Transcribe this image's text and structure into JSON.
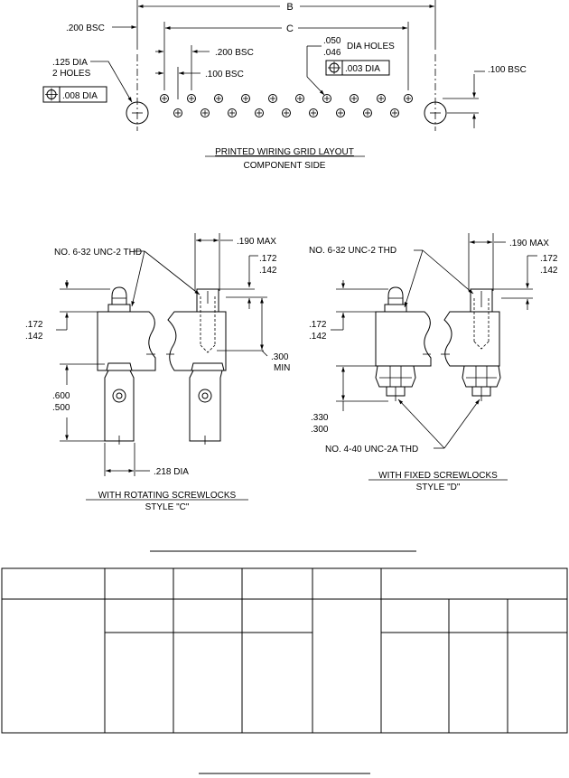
{
  "grid": {
    "dim_b": "B",
    "dim_c": "C",
    "pitch_200_bsc": ".200 BSC",
    "inner_200_bsc": ".200 BSC",
    "inner_100_bsc": ".100 BSC",
    "mount_holes_dia": ".125 DIA",
    "mount_holes_count": "2 HOLES",
    "mount_tol": ".008 DIA",
    "pin_holes_max": ".050",
    "pin_holes_min": ".046",
    "pin_holes_label": "DIA HOLES",
    "pin_tol": ".003 DIA",
    "row_100_bsc": ".100 BSC",
    "title": "PRINTED WIRING GRID LAYOUT",
    "subtitle": "COMPONENT SIDE"
  },
  "style_c": {
    "thread_note": "NO. 6-32 UNC-2 THD",
    "max_190": ".190 MAX",
    "thk_max": ".172",
    "thk_min": ".142",
    "left_max": ".172",
    "left_min": ".142",
    "depth_300": ".300",
    "depth_min": "MIN",
    "len_max": ".600",
    "len_min": ".500",
    "dia_218": ".218 DIA",
    "title": "WITH ROTATING SCREWLOCKS",
    "subtitle": "STYLE \"C\""
  },
  "style_d": {
    "thread_note": "NO. 6-32 UNC-2 THD",
    "max_190": ".190 MAX",
    "thk_max": ".172",
    "thk_min": ".142",
    "left_max": ".172",
    "left_min": ".142",
    "len_max": ".330",
    "len_min": ".300",
    "thread_note_2": "NO. 4-40 UNC-2A THD",
    "title": "WITH FIXED SCREWLOCKS",
    "subtitle": "STYLE \"D\""
  },
  "table": {
    "header_cells": [
      "",
      "",
      "",
      "",
      "",
      ""
    ],
    "body_cells": []
  }
}
